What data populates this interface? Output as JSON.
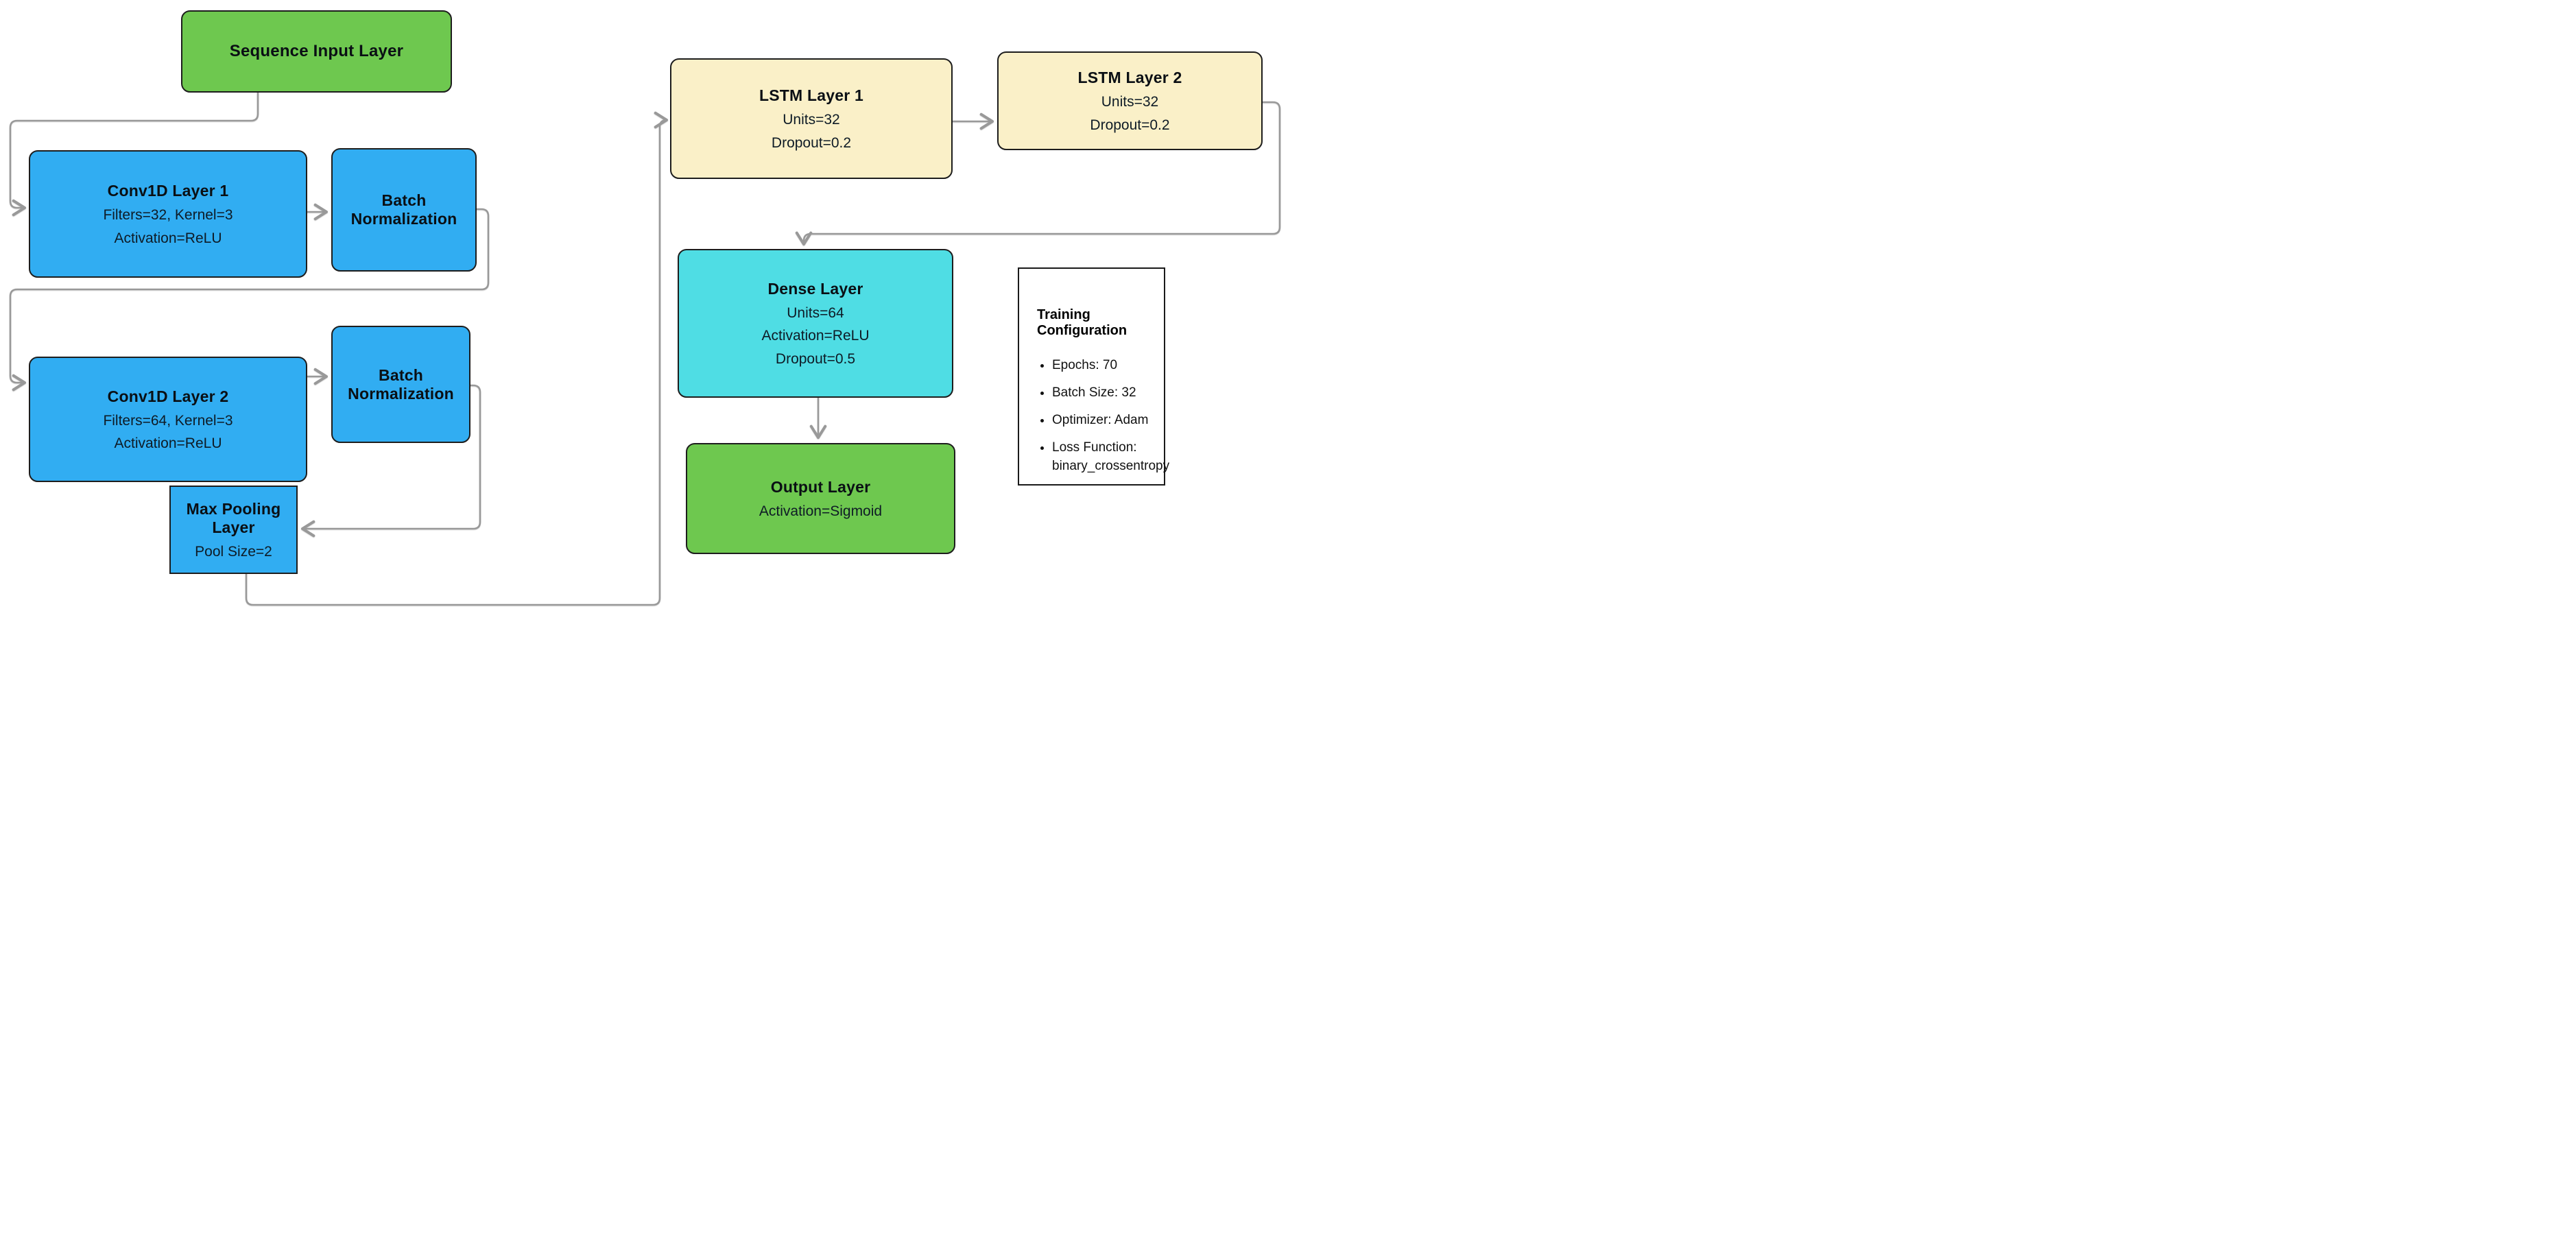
{
  "palette": {
    "node_green": "#6ec84f",
    "node_blue": "#31adf2",
    "node_cream": "#faf0c8",
    "node_cyan": "#4fdde4",
    "node_border": "#1d1d1d",
    "connector_gray": "#999999",
    "background": "#ffffff",
    "text_dark": "#0e1b26"
  },
  "nodes": [
    {
      "id": "sequence-input-layer",
      "title": "Sequence Input Layer",
      "lines": []
    },
    {
      "id": "conv1d-layer-1",
      "title": "Conv1D Layer 1",
      "lines": [
        "Filters=32, Kernel=3",
        "Activation=ReLU"
      ]
    },
    {
      "id": "batch-normalization-1",
      "title": "Batch Normalization",
      "lines": []
    },
    {
      "id": "conv1d-layer-2",
      "title": "Conv1D Layer 2",
      "lines": [
        "Filters=64, Kernel=3",
        "Activation=ReLU"
      ]
    },
    {
      "id": "batch-normalization-2",
      "title": "Batch Normalization",
      "lines": []
    },
    {
      "id": "max-pooling-layer",
      "title": "Max Pooling Layer",
      "lines": [
        "Pool Size=2"
      ]
    },
    {
      "id": "lstm-layer-1",
      "title": "LSTM Layer 1",
      "lines": [
        "Units=32",
        "Dropout=0.2"
      ]
    },
    {
      "id": "lstm-layer-2",
      "title": "LSTM Layer 2",
      "lines": [
        "Units=32",
        "Dropout=0.2"
      ]
    },
    {
      "id": "dense-layer",
      "title": "Dense Layer",
      "lines": [
        "Units=64",
        "Activation=ReLU",
        "Dropout=0.5"
      ]
    },
    {
      "id": "output-layer",
      "title": "Output Layer",
      "lines": [
        "Activation=Sigmoid"
      ]
    }
  ],
  "training_config": {
    "title": "Training Configuration",
    "items": [
      "Epochs: 70",
      "Batch Size: 32",
      "Optimizer: Adam",
      "Loss Function: binary_crossentropy"
    ]
  }
}
